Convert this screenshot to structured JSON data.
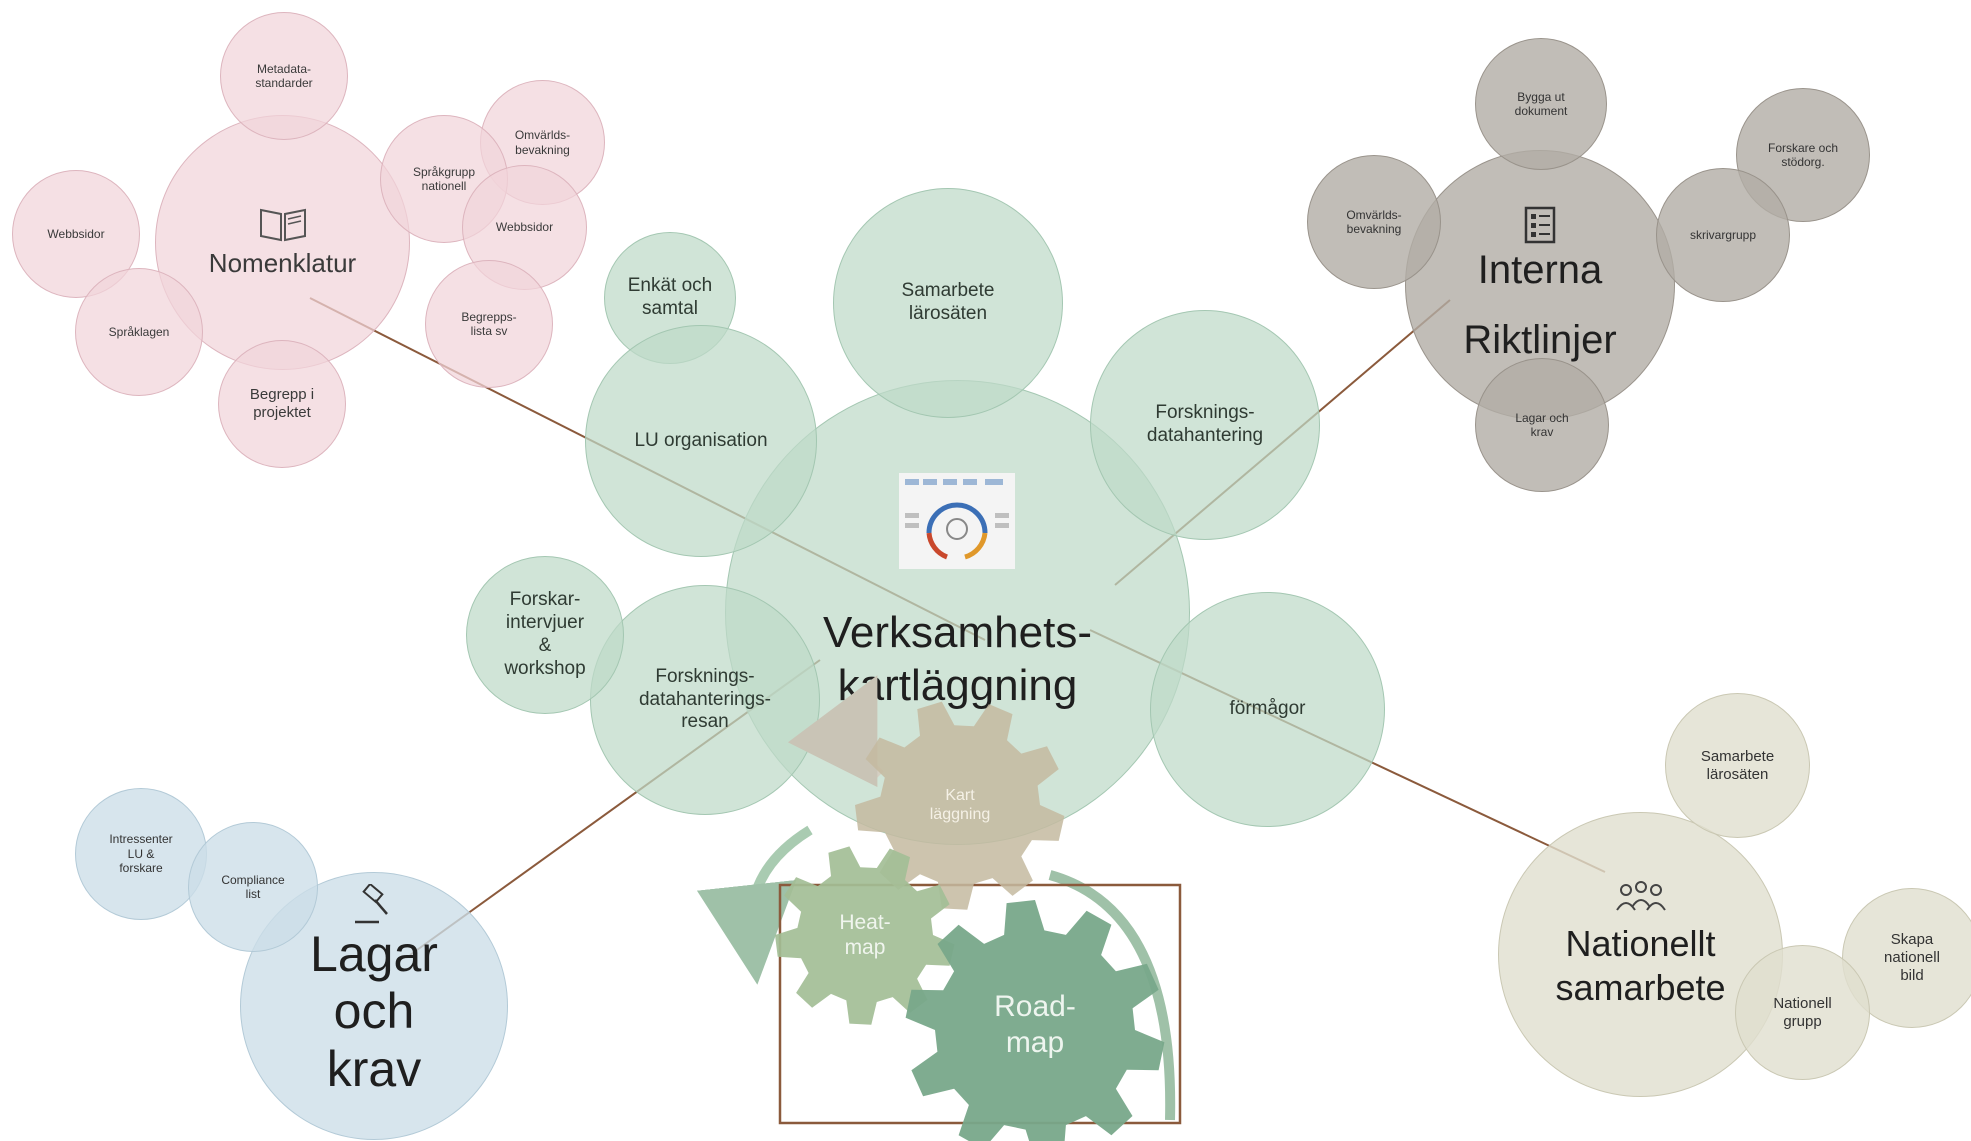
{
  "center": {
    "label": "Verksamhets-\nkartläggning"
  },
  "inner_ring": [
    {
      "label": "Samarbete\nlärosäten"
    },
    {
      "label": "Enkät och\nsamtal"
    },
    {
      "label": "LU organisation"
    },
    {
      "label": "Forsknings-\ndatahantering"
    },
    {
      "label": "förmågor"
    },
    {
      "label": "Forsknings-\ndatahanterings-\nresan"
    },
    {
      "label": "Forskar-\nintervjuer\n&\nworkshop"
    }
  ],
  "nomenklatur": {
    "label": "Nomenklatur",
    "icon": "book-icon",
    "items": [
      "Metadata-\nstandarder",
      "Omvärlds-\nbevakning",
      "Språkgrupp\nnationell",
      "Webbsidor",
      "Webbsidor",
      "Begrepps-\nlista sv",
      "Språklagen",
      "Begrepp i\nprojektet"
    ]
  },
  "interna": {
    "label_line1": "Interna",
    "label_line2": "Riktlinjer",
    "icon": "checklist-icon",
    "items": [
      "Bygga ut\ndokument",
      "Forskare och\nstödorg.",
      "Omvärlds-\nbevakning",
      "skrivargrupp",
      "Lagar och\nkrav"
    ]
  },
  "lagar": {
    "label": "Lagar\noch\nkrav",
    "icon": "gavel-icon",
    "items": [
      "Intressenter\nLU &\nforskare",
      "Compliance\nlist"
    ]
  },
  "nationellt": {
    "label": "Nationellt\nsamarbete",
    "icon": "people-icon",
    "items": [
      "Samarbete\nlärosäten",
      "Skapa\nnationell\nbild",
      "Nationell\ngrupp"
    ]
  },
  "gears": [
    {
      "label": "Kart\nläggning"
    },
    {
      "label": "Heat-\nmap"
    },
    {
      "label": "Road-\nmap"
    }
  ],
  "colors": {
    "pink": "#f1d4da",
    "green": "#bed9c8",
    "gray": "#b2aca5",
    "blue": "#ccdee8",
    "beige": "#e0dece",
    "connector": "#8b5a3c",
    "frame": "#8b5a3c"
  }
}
